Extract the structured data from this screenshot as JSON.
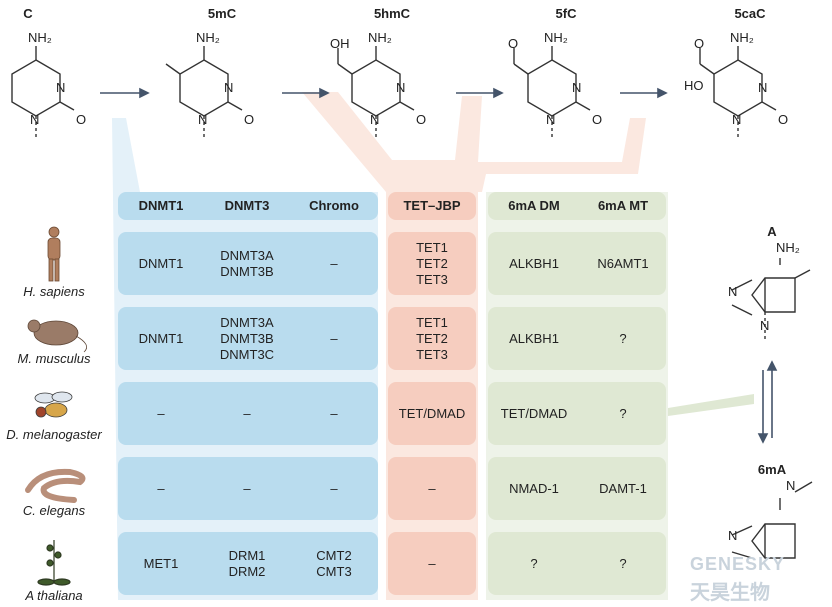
{
  "colors": {
    "blue": "#b9dcee",
    "blue_light": "#e4f1f9",
    "pink": "#f6cdbf",
    "pink_light": "#fbe8e0",
    "green": "#dfe8d3",
    "green_light": "#eef3e9",
    "arrow": "#44546a"
  },
  "modifications": {
    "c": "C",
    "mc": "5mC",
    "hmc": "5hmC",
    "fc": "5fC",
    "cac": "5caC",
    "a": "A",
    "ma": "6mA"
  },
  "chem": {
    "nh2": "NH₂",
    "oh": "OH",
    "ho": "HO",
    "o": "O",
    "n": "N",
    "nh_methyl": "N"
  },
  "headers": {
    "dnmt1": "DNMT1",
    "dnmt3": "DNMT3",
    "chromo": "Chromo",
    "tet_jbp": "TET–JBP",
    "dm": "6mA DM",
    "mt": "6mA MT"
  },
  "species": [
    {
      "name": "H. sapiens",
      "dnmt1": [
        "DNMT1"
      ],
      "dnmt3": [
        "DNMT3A",
        "DNMT3B"
      ],
      "chromo": [
        "–"
      ],
      "tet": [
        "TET1",
        "TET2",
        "TET3"
      ],
      "dm": [
        "ALKBH1"
      ],
      "mt": [
        "N6AMT1"
      ]
    },
    {
      "name": "M. musculus",
      "dnmt1": [
        "DNMT1"
      ],
      "dnmt3": [
        "DNMT3A",
        "DNMT3B",
        "DNMT3C"
      ],
      "chromo": [
        "–"
      ],
      "tet": [
        "TET1",
        "TET2",
        "TET3"
      ],
      "dm": [
        "ALKBH1"
      ],
      "mt": [
        "?"
      ]
    },
    {
      "name": "D. melanogaster",
      "dnmt1": [
        "–"
      ],
      "dnmt3": [
        "–"
      ],
      "chromo": [
        "–"
      ],
      "tet": [
        "TET/DMAD"
      ],
      "dm": [
        "TET/DMAD"
      ],
      "mt": [
        "?"
      ]
    },
    {
      "name": "C. elegans",
      "dnmt1": [
        "–"
      ],
      "dnmt3": [
        "–"
      ],
      "chromo": [
        "–"
      ],
      "tet": [
        "–"
      ],
      "dm": [
        "NMAD-1"
      ],
      "mt": [
        "DAMT-1"
      ]
    },
    {
      "name": "A thaliana",
      "dnmt1": [
        "MET1"
      ],
      "dnmt3": [
        "DRM1",
        "DRM2"
      ],
      "chromo": [
        "CMT2",
        "CMT3"
      ],
      "tet": [
        "–"
      ],
      "dm": [
        "?"
      ],
      "mt": [
        "?"
      ]
    }
  ],
  "watermark": {
    "latin": "GENESKY",
    "chinese": "天昊生物"
  }
}
